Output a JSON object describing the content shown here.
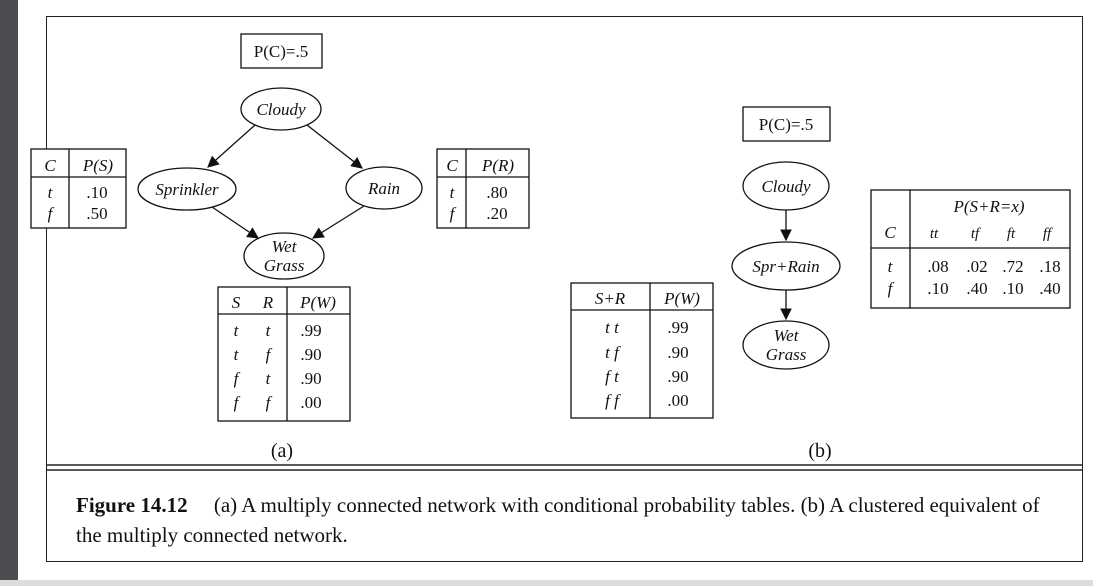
{
  "panel_a": {
    "prior": "P(C)=.5",
    "nodes": {
      "cloudy": "Cloudy",
      "sprinkler": "Sprinkler",
      "rain": "Rain",
      "wet_line1": "Wet",
      "wet_line2": "Grass"
    },
    "sprinkler_table": {
      "headers": [
        "C",
        "P(S)"
      ],
      "rows": [
        [
          "t",
          ".10"
        ],
        [
          "f",
          ".50"
        ]
      ]
    },
    "rain_table": {
      "headers": [
        "C",
        "P(R)"
      ],
      "rows": [
        [
          "t",
          ".80"
        ],
        [
          "f",
          ".20"
        ]
      ]
    },
    "wet_table": {
      "headers": [
        "S",
        "R",
        "P(W)"
      ],
      "rows": [
        [
          "t",
          "t",
          ".99"
        ],
        [
          "t",
          "f",
          ".90"
        ],
        [
          "f",
          "t",
          ".90"
        ],
        [
          "f",
          "f",
          ".00"
        ]
      ]
    },
    "label": "(a)"
  },
  "panel_b": {
    "prior": "P(C)=.5",
    "nodes": {
      "cloudy": "Cloudy",
      "sprrain": "Spr+Rain",
      "wet_line1": "Wet",
      "wet_line2": "Grass"
    },
    "sr_table": {
      "title": "P(S+R=x)",
      "headers": [
        "C",
        "tt",
        "tf",
        "ft",
        "ff"
      ],
      "rows": [
        [
          "t",
          ".08",
          ".02",
          ".72",
          ".18"
        ],
        [
          "f",
          ".10",
          ".40",
          ".10",
          ".40"
        ]
      ]
    },
    "wet_table": {
      "headers": [
        "S+R",
        "P(W)"
      ],
      "rows": [
        [
          "t t",
          ".99"
        ],
        [
          "t f",
          ".90"
        ],
        [
          "f t",
          ".90"
        ],
        [
          "f f",
          ".00"
        ]
      ]
    },
    "label": "(b)"
  },
  "caption": {
    "figure": "Figure 14.12",
    "text": "(a) A multiply connected network with conditional probability tables. (b) A clustered equivalent of the multiply connected network."
  }
}
